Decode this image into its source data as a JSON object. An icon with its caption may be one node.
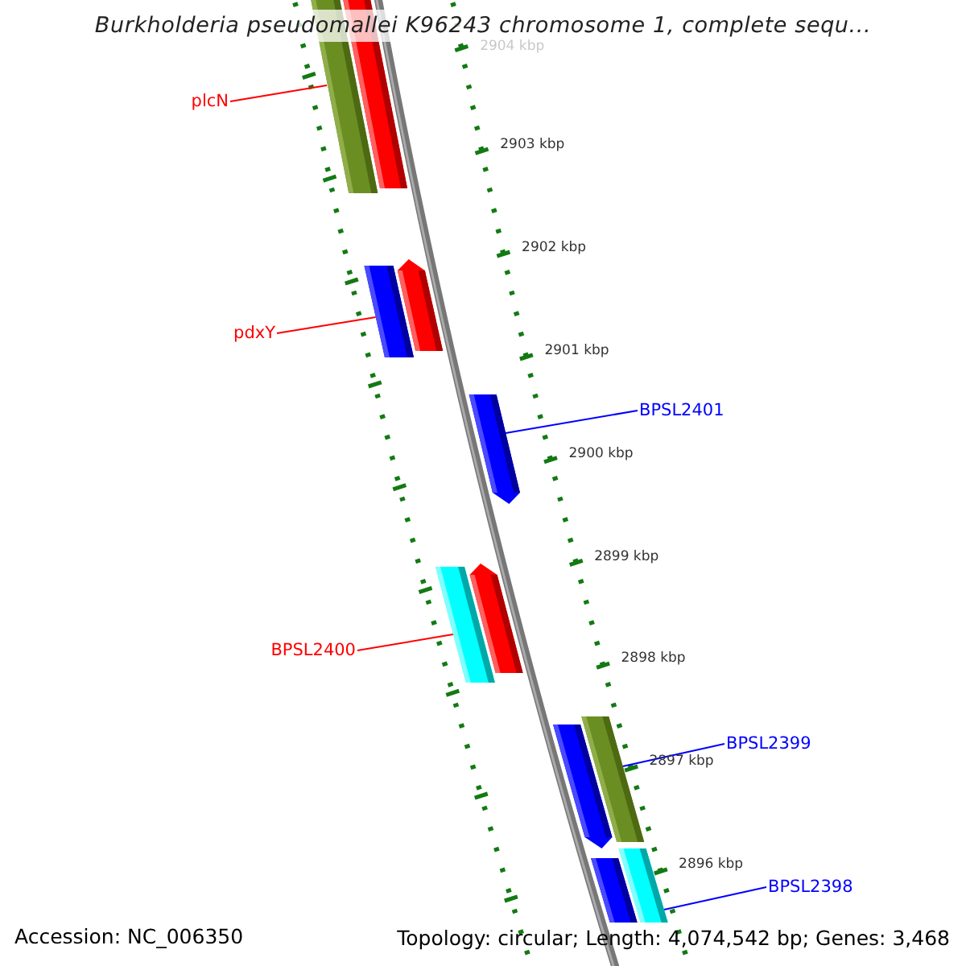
{
  "diagram": {
    "title": "Burkholderia pseudomallei K96243 chromosome 1, complete sequ...",
    "nodes": [
      {
        "text": [],
        "shape": "bar"
      },
      {
        "text": [],
        "shape": "bar"
      },
      {
        "text": [],
        "shape": "bar"
      },
      {
        "text": [],
        "shape": "bar"
      },
      {
        "text": [],
        "shape": "bar"
      },
      {
        "text": [],
        "shape": "bar"
      },
      {
        "text": [],
        "shape": "bar"
      },
      {
        "text": [],
        "shape": "bar"
      },
      {
        "text": [],
        "shape": "bar"
      },
      {
        "text": [],
        "shape": "bar"
      },
      {
        "text": [],
        "shape": "bar"
      },
      {
        "text": [
          "plcN"
        ]
      },
      {
        "text": [
          "pdxY"
        ]
      },
      {
        "text": [
          "BPSL2401"
        ]
      },
      {
        "text": [
          "BPSL2400"
        ]
      },
      {
        "text": [
          "BPSL2399"
        ]
      },
      {
        "text": [
          "BPSL2398"
        ]
      }
    ],
    "edges": [
      {
        "from": 11,
        "to": 0,
        "arrow": "none",
        "color": "#ff0000"
      },
      {
        "from": 12,
        "to": 2,
        "arrow": "none",
        "color": "#ff0000"
      },
      {
        "from": 13,
        "to": 4,
        "arrow": "none",
        "color": "#0000ff"
      },
      {
        "from": 14,
        "to": 5,
        "arrow": "none",
        "color": "#ff0000"
      },
      {
        "from": 15,
        "to": 8,
        "arrow": "none",
        "color": "#0000ff"
      },
      {
        "from": 16,
        "to": 10,
        "arrow": "none",
        "color": "#0000ff"
      }
    ],
    "labels": [
      "2904 kbp",
      "2903 kbp",
      "2902 kbp",
      "2901 kbp",
      "2900 kbp",
      "2899 kbp",
      "2898 kbp",
      "2897 kbp",
      "2896 kbp",
      "Accession: NC_006350",
      "Topology: circular; Length: 4,074,542 bp; Genes: 3,468"
    ]
  }
}
